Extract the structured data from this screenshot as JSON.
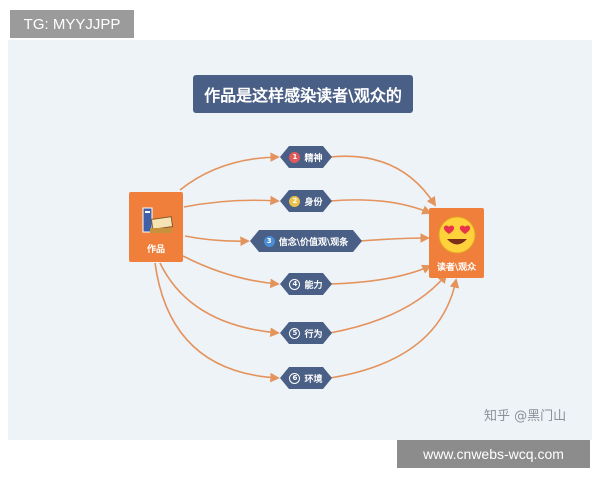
{
  "watermark_top": "TG: MYYJJPP",
  "title": "作品是这样感染读者\\观众的",
  "source_box": {
    "label": "作品",
    "icon": "books-icon"
  },
  "target_box": {
    "label": "读者\\观众",
    "icon": "heart-eyes-emoji-icon"
  },
  "nodes": [
    {
      "number": "1",
      "label": "精神",
      "number_color": "#e05a5a"
    },
    {
      "number": "2",
      "label": "身份",
      "number_color": "#e8c24a"
    },
    {
      "number": "3",
      "label": "信念\\价值观\\观条",
      "number_color": "#4a8ed8"
    },
    {
      "number": "4",
      "label": "能力",
      "number_color": "#4a5f85"
    },
    {
      "number": "5",
      "label": "行为",
      "number_color": "#4a5f85"
    },
    {
      "number": "6",
      "label": "环境",
      "number_color": "#4a5f85"
    }
  ],
  "colors": {
    "node": "#4a5f85",
    "accent": "#f07f3c",
    "arrow": "#e4935d",
    "background": "#eef3f8"
  },
  "watermark_zhihu": "知乎 @黑门山",
  "watermark_site": "www.cnwebs-wcq.com"
}
